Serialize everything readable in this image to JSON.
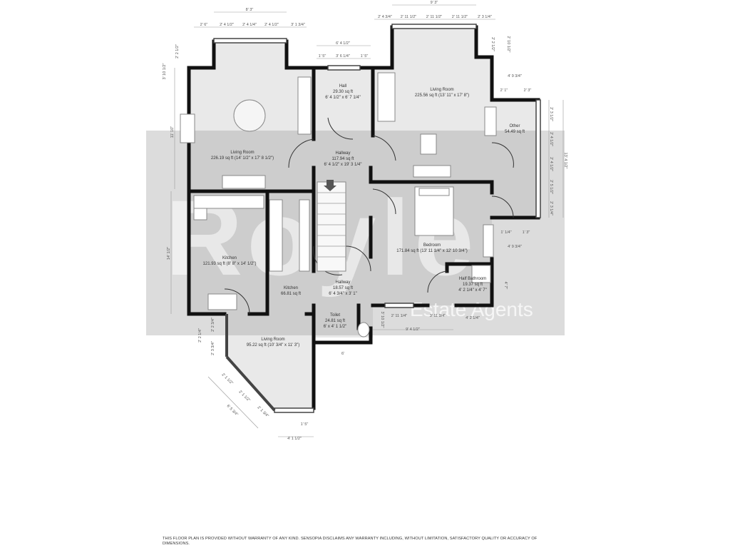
{
  "watermark": {
    "brand": "Royle",
    "subtitle": "Estate Agents"
  },
  "rooms": {
    "living_room_1": {
      "name": "Living Room",
      "details": "226.19 sq ft (14' 1/2\" x 17' 8 1/2\")"
    },
    "hall": {
      "name": "Hall",
      "area": "29.30 sq ft",
      "size": "6' 4 1/2\" x 6' 7 1/4\""
    },
    "living_room_2": {
      "name": "Living Room",
      "details": "225.56 sq ft (13' 11\" x 17' 8\")"
    },
    "other": {
      "name": "Other",
      "area": "54.49 sq ft"
    },
    "hallway_1": {
      "name": "Hallway",
      "area": "117.94 sq ft",
      "size": "6' 4 1/2\" x 19' 3 1/4\""
    },
    "bedroom": {
      "name": "Bedroom",
      "details": "171.84 sq ft (13' 11 1/4\" x 12' 10 3/4\")"
    },
    "kitchen_1": {
      "name": "Kitchen",
      "details": "121.93 sq ft (8' 8\" x 14' 1/2\")"
    },
    "kitchen_2": {
      "name": "Kitchen",
      "area": "66.81 sq ft"
    },
    "hallway_2": {
      "name": "Hallway",
      "area": "18.57 sq ft",
      "size": "6' 4 3/4\" x 3' 1\""
    },
    "half_bathroom": {
      "name": "Half Bathroom",
      "area": "19.37 sq ft",
      "size": "4' 2 1/4\" x 4' 7\""
    },
    "toilet": {
      "name": "Toilet",
      "area": "24.81 sq ft",
      "size": "6' x 4' 1 1/2\""
    },
    "living_room_3": {
      "name": "Living Room",
      "details": "95.22 sq ft (10' 3/4\" x 11' 3\")"
    }
  },
  "dimensions": {
    "top_left_overall": "8' 3\"",
    "top_left_a": "2' 6\"",
    "top_left_b": "2' 4 1/2\"",
    "top_left_c": "2' 4 1/4\"",
    "top_left_d": "2' 4 1/2\"",
    "top_left_e": "3' 1 3/4\"",
    "left_side_1": "2' 2 1/2\"",
    "left_side_2": "3' 10 1/2\"",
    "left_side_3": "11' 10\"",
    "left_side_4": "14' 1/2\"",
    "hall_top": "6' 4 1/2\"",
    "hall_a": "1' 5\"",
    "hall_b": "3' 6 1/4\"",
    "hall_c": "1' 5\"",
    "top_right_overall": "9' 3\"",
    "top_right_a": "2' 4 3/4\"",
    "top_right_b": "2' 11 1/2\"",
    "top_right_c": "2' 11 1/2\"",
    "top_right_d": "2' 11 1/2\"",
    "top_right_e": "2' 3 1/4\"",
    "right_upper_1": "2' 10 1/2\"",
    "right_upper_2": "2' 2 1/2\"",
    "right_4_9": "4' 9 3/4\"",
    "right_2_1": "2' 1\"",
    "right_2_3": "2' 3\"",
    "right_side_1": "2' 3 1/2\"",
    "right_side_2": "2' 4 1/2\"",
    "right_side_3": "2' 4 1/2\"",
    "right_side_4": "2' 5 1/2\"",
    "right_side_5": "2' 3 1/4\"",
    "right_overall": "13' 4 1/2\"",
    "other_bottom_a": "1' 1/4\"",
    "other_bottom_b": "1' 3\"",
    "other_bottom_overall": "4' 9 3/4\"",
    "bath_right": "4' 7\"",
    "bath_bottom": "4' 2 1/4\"",
    "bedroom_bottom_a": "2' 11 1/4\"",
    "bedroom_bottom_b": "3' 11 3/4\"",
    "bedroom_bottom_overall": "9' 4 1/2\"",
    "toilet_side": "3' 10 1/2\"",
    "toilet_bottom": "6'",
    "bay_left_1": "2' 2 1/4\"",
    "bay_left_2": "2' 2 3/4\"",
    "bay_left_3": "2' 3 3/4\"",
    "bay_diag_1": "2' 1 1/2\"",
    "bay_diag_2": "2' 1 1/2\"",
    "bay_diag_3": "2' 1 3/4\"",
    "bay_diag_overall": "6' 5 3/4\"",
    "bay_bottom_a": "1' 5\"",
    "bay_bottom_overall": "4' 1 1/2\""
  },
  "disclaimer": "THIS FLOOR PLAN IS PROVIDED WITHOUT WARRANTY OF ANY KIND. SENSOPIA DISCLAIMS ANY WARRANTY INCLUDING, WITHOUT LIMITATION, SATISFACTORY QUALITY OR ACCURACY OF DIMENSIONS."
}
